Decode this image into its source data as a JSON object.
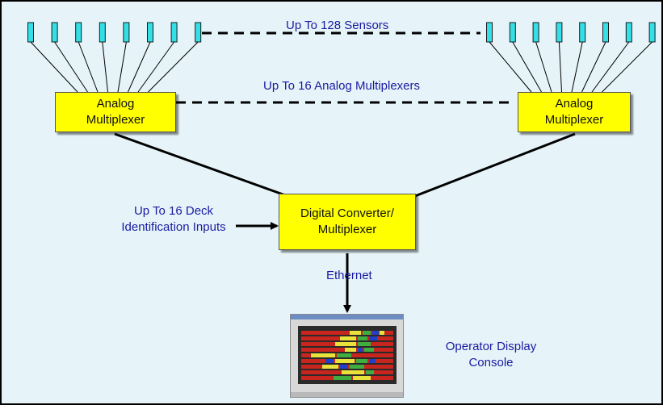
{
  "colors": {
    "background": "#e6f4f9",
    "border": "#000000",
    "sensor_fill": "#33e0e8",
    "box_fill": "#ffff00",
    "label_text": "#1a1aa0",
    "bar_red": "#c8251e",
    "bar_yellow": "#e8e23a",
    "bar_green": "#3fae3f",
    "bar_blue": "#1f3fc9"
  },
  "labels": {
    "sensors": "Up To 128 Sensors",
    "analog_muxes": "Up To 16 Analog Multiplexers",
    "deck_inputs_line1": "Up To 16 Deck",
    "deck_inputs_line2": "Identification Inputs",
    "ethernet": "Ethernet",
    "console_line1": "Operator Display",
    "console_line2": "Console"
  },
  "boxes": {
    "analog_left_line1": "Analog",
    "analog_left_line2": "Multiplexer",
    "analog_right_line1": "Analog",
    "analog_right_line2": "Multiplexer",
    "digital_line1": "Digital Converter/",
    "digital_line2": "Multiplexer"
  },
  "icons": {
    "sensor": "sensor-icon",
    "console": "monitor-screenshot-icon",
    "arrow": "arrow-head-icon"
  },
  "sensor_counts": {
    "left_group": 8,
    "right_group": 8
  }
}
